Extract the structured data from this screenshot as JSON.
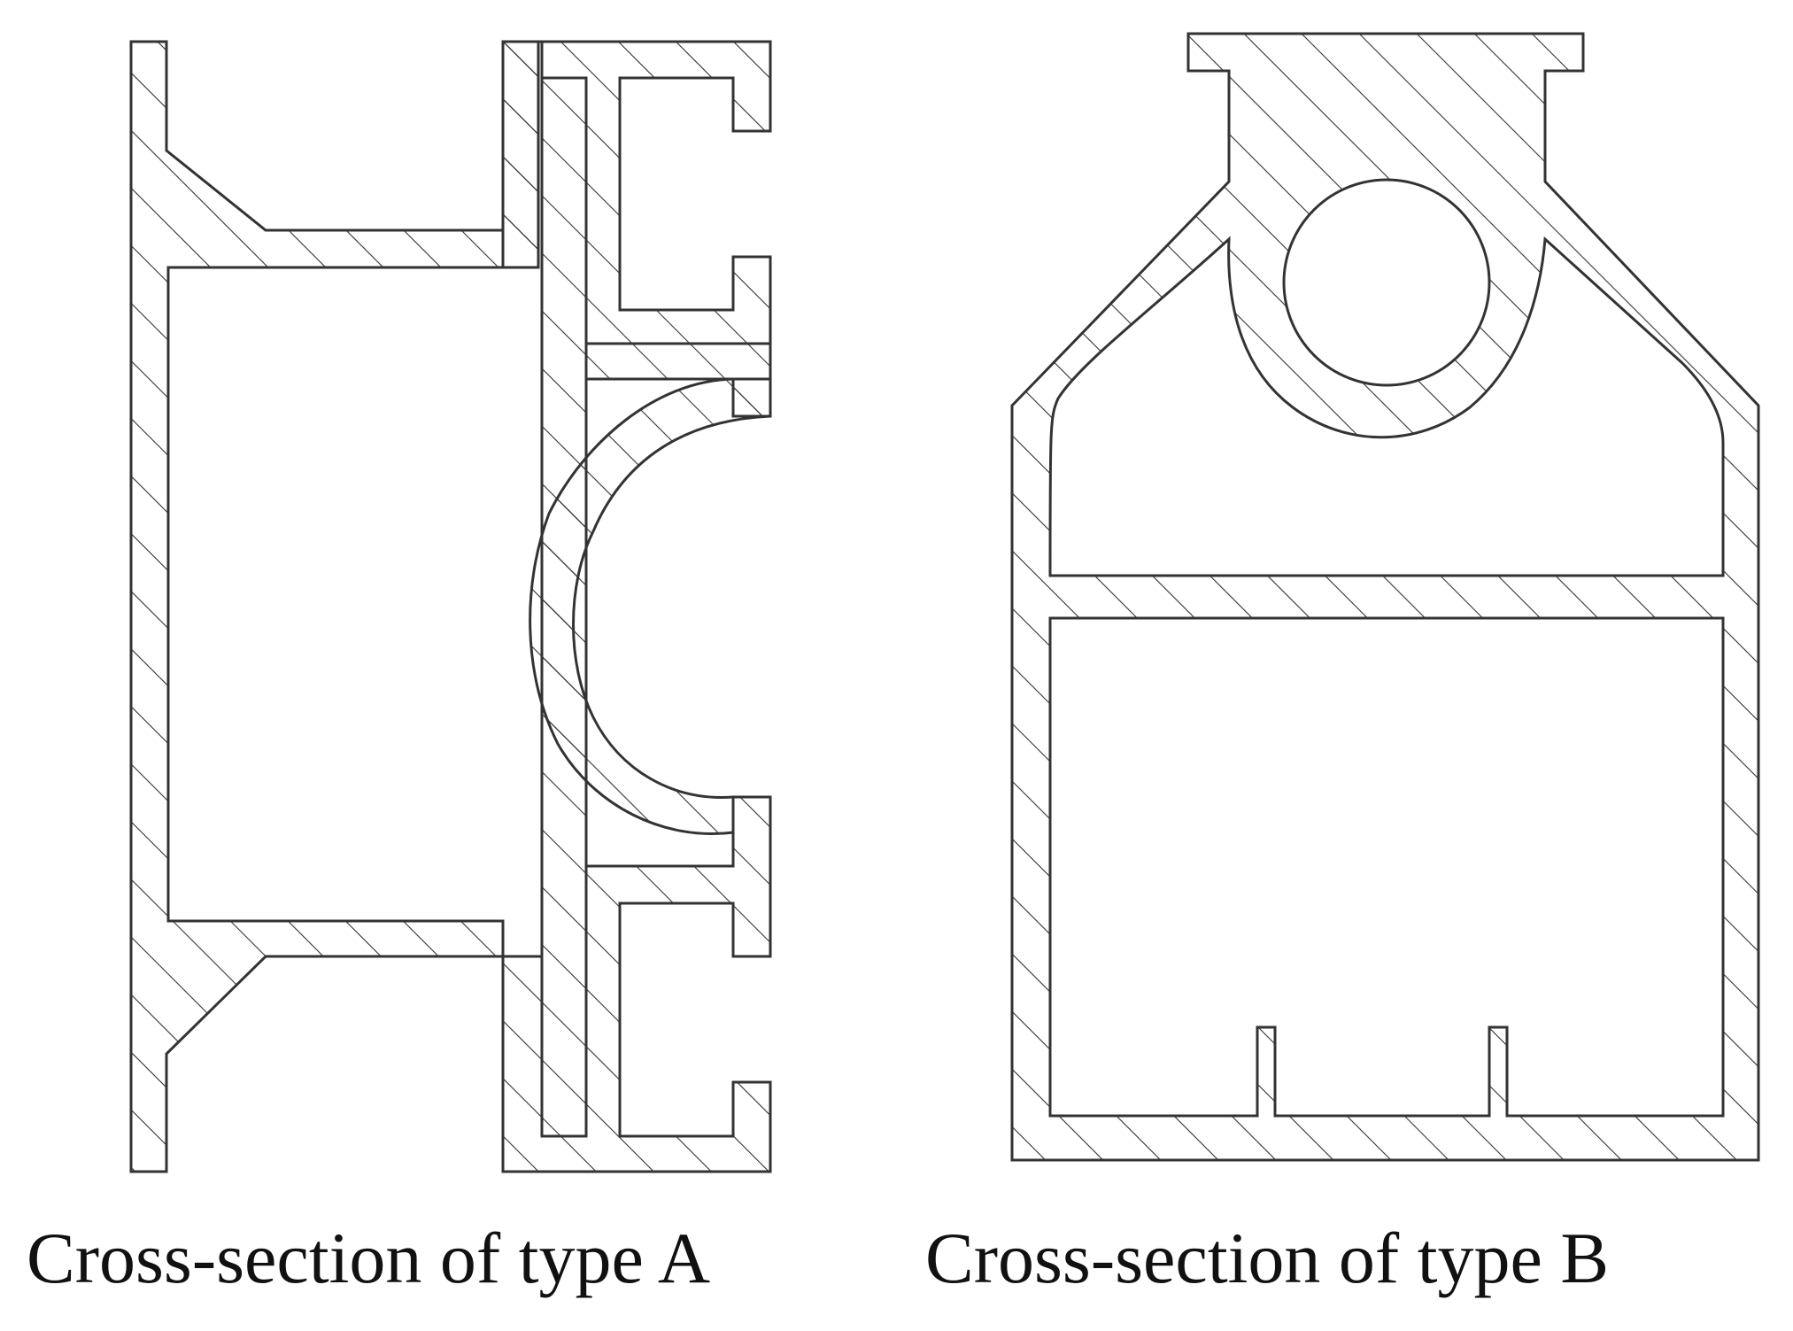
{
  "figure": {
    "panels": [
      {
        "id": "A",
        "caption": "Cross-section of type A"
      },
      {
        "id": "B",
        "caption": "Cross-section of type B"
      }
    ],
    "colors": {
      "stroke": "#333333",
      "hatch": "#333333",
      "background": "#ffffff"
    }
  }
}
